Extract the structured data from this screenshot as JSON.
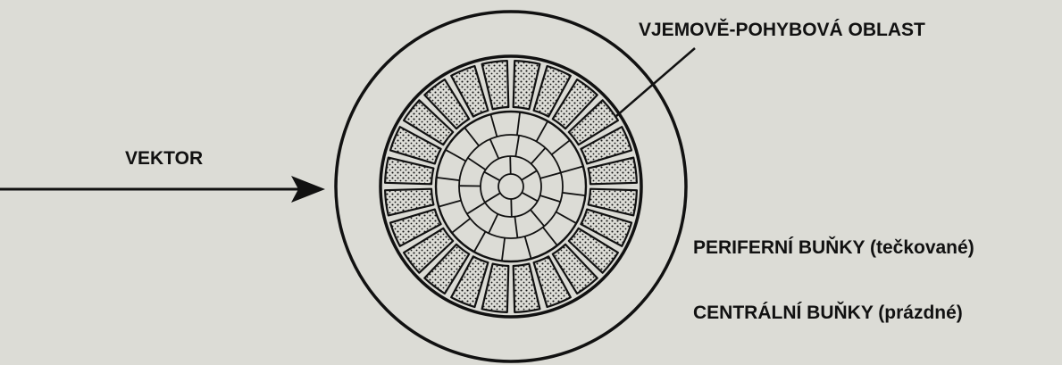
{
  "diagram": {
    "labels": {
      "perceptual_motor_area": "VJEMOVĚ-POHYBOVÁ OBLAST",
      "vector": "VEKTOR",
      "peripheral_cells": "PERIFERNÍ BUŇKY (tečkované)",
      "central_cells": "CENTRÁLNÍ BUŇKY (prázdné)"
    },
    "colors": {
      "paper": "#dcdcd6",
      "ink": "#111111"
    }
  }
}
